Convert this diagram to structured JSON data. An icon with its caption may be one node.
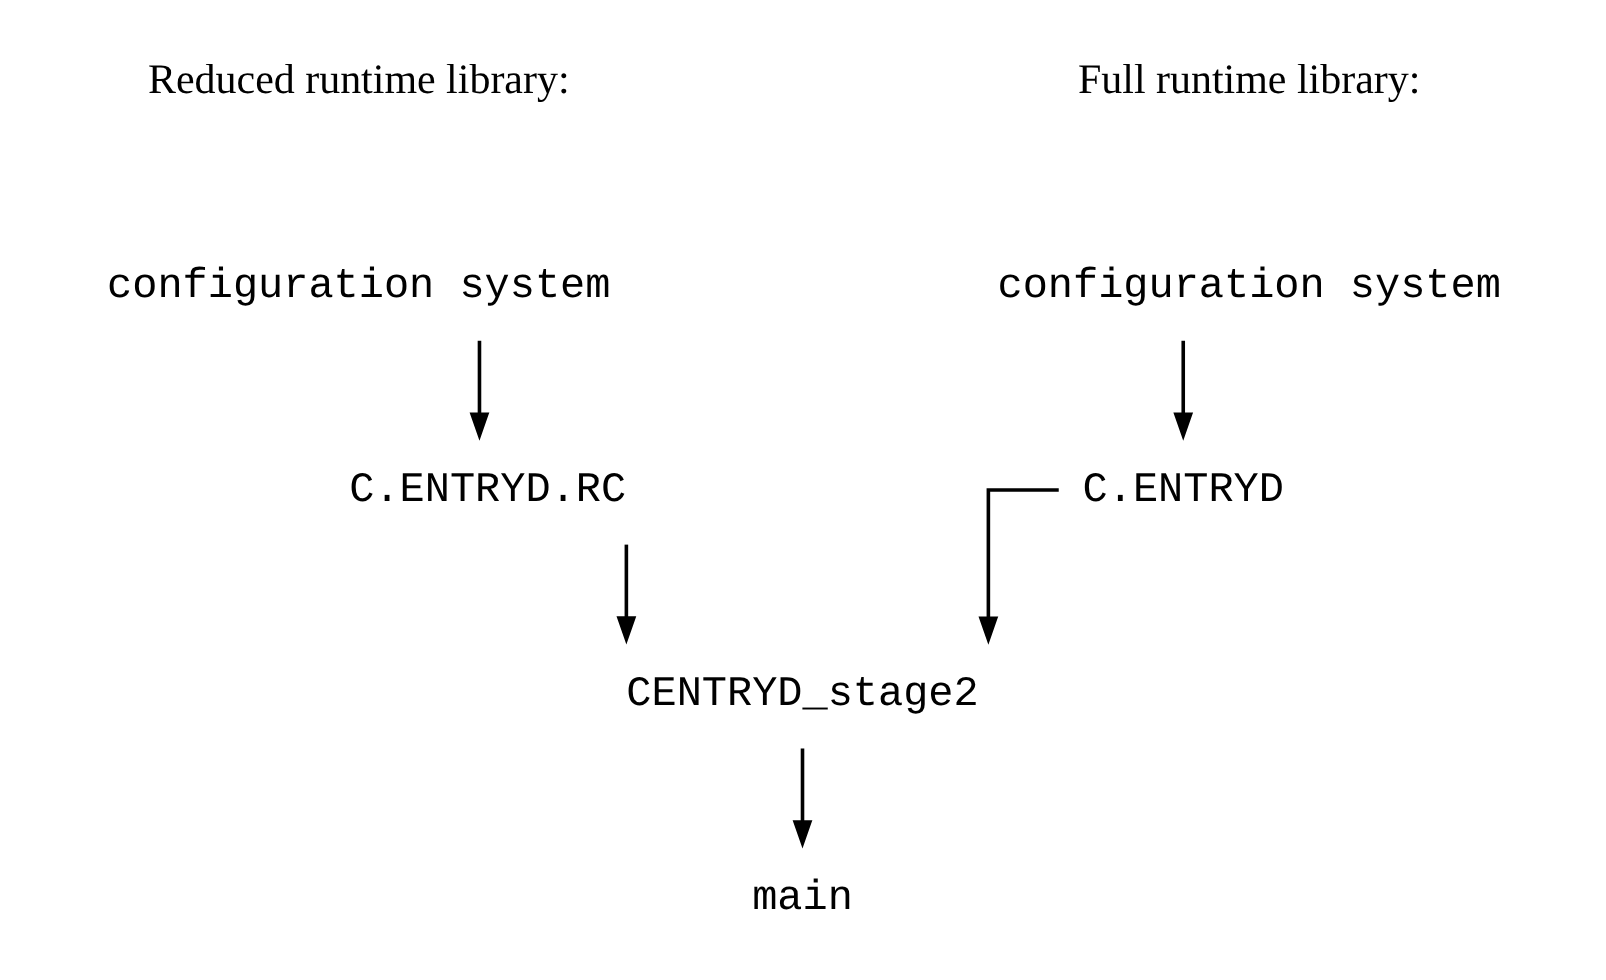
{
  "diagram": {
    "nodes": [
      {
        "text": [
          "configuration system"
        ]
      },
      {
        "text": [
          "C.ENTRYD"
        ]
      },
      {
        "text": [
          "configuration system"
        ]
      },
      {
        "text": [
          "C.ENTRYD.RC"
        ]
      },
      {
        "text": [
          "CENTRYD_stage2"
        ]
      },
      {
        "text": [
          "main"
        ]
      }
    ],
    "edges": [
      {
        "from": 0,
        "to": 1,
        "arrow": "to"
      },
      {
        "from": 2,
        "to": 3,
        "arrow": "to"
      },
      {
        "from": 1,
        "to": 4,
        "arrow": "to"
      },
      {
        "from": 3,
        "to": 4,
        "arrow": "to"
      },
      {
        "from": 4,
        "to": 5,
        "arrow": "to"
      }
    ],
    "labels": [
      "Full runtime library:",
      "Reduced runtime library:"
    ]
  }
}
